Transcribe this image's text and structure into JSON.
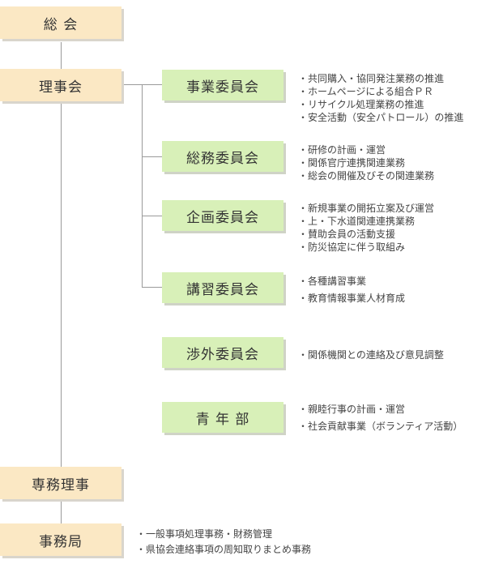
{
  "org": {
    "sokai": "総 会",
    "rijikai": "理事会",
    "senmu": "専務理事",
    "jimukyoku": "事務局"
  },
  "committees": [
    {
      "name": "事業委員会",
      "duties": [
        "・共同購入・協同発注業務の推進",
        "・ホームページによる組合ＰＲ",
        "・リサイクル処理業務の推進",
        "・安全活動（安全パトロール）の推進"
      ]
    },
    {
      "name": "総務委員会",
      "duties": [
        "・研修の計画・運営",
        "・関係官庁連携関連業務",
        "・総会の開催及びその関連業務"
      ]
    },
    {
      "name": "企画委員会",
      "duties": [
        "・新規事業の開拓立案及び運営",
        "・上・下水道関連連携業務",
        "・賛助会員の活動支援",
        "・防災協定に伴う取組み"
      ]
    },
    {
      "name": "講習委員会",
      "duties": [
        "・各種講習事業",
        "・教育情報事業人材育成"
      ]
    },
    {
      "name": "渉外委員会",
      "duties": [
        "・関係機関との連絡及び意見調整"
      ]
    },
    {
      "name": "青 年 部",
      "duties": [
        "・親睦行事の計画・運営",
        "・社会貢献事業（ボランティア活動）"
      ]
    }
  ],
  "jimukyoku_duties": [
    "・一般事項処理事務・財務管理",
    "・県協会連絡事項の周知取りまとめ事務"
  ],
  "colors": {
    "org_box": "#fbe8c4",
    "committee_box": "#d8f0b8",
    "line": "#9a9a9a",
    "shadow": "#d9d5cc"
  }
}
